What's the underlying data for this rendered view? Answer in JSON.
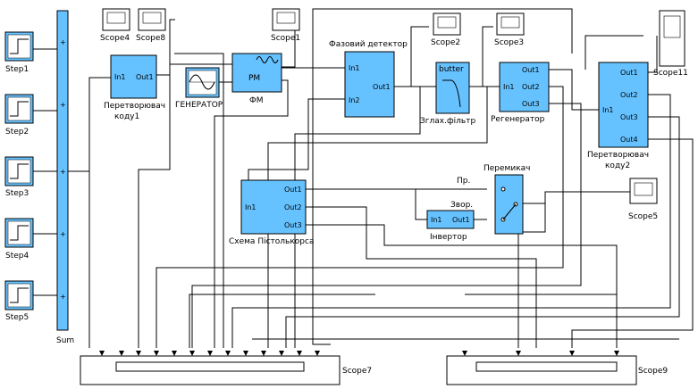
{
  "blocks": {
    "step1": "Step1",
    "step2": "Step2",
    "step3": "Step3",
    "step4": "Step4",
    "step5": "Step5",
    "sum": "Sum",
    "scope4": "Scope4",
    "scope8": "Scope8",
    "scope1": "Scope1",
    "scope2": "Scope2",
    "scope3": "Scope3",
    "scope11": "Scope11",
    "scope5": "Scope5",
    "scope7": "Scope7",
    "scope9": "Scope9",
    "encoder1": "Перетворювач\nкоду1",
    "generator": "ГЕНЕРАТОР",
    "fm": "ФМ",
    "pm": "PM",
    "phase_detector": "Фазовий детектор",
    "filter": "Зглах.фільтр",
    "butter": "butter",
    "regenerator": "Регенератор",
    "encoder2": "Перетворювач\nкоду2",
    "pistolkors": "Схема Пістолькорса",
    "inverter": "Інвертор",
    "switch": "Перемикач",
    "pr": "Пр.",
    "zvor": "Звор."
  },
  "ports": {
    "in1": "In1",
    "in2": "In2",
    "out1": "Out1",
    "out2": "Out2",
    "out3": "Out3",
    "out4": "Out4",
    "plus": "+"
  }
}
